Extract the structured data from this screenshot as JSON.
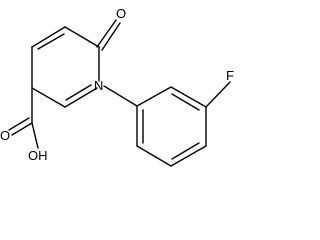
{
  "atoms": {
    "o_keto": "O",
    "n_ring": "N",
    "f_sub": "F",
    "o_carbonyl": "O",
    "oh": "OH"
  }
}
